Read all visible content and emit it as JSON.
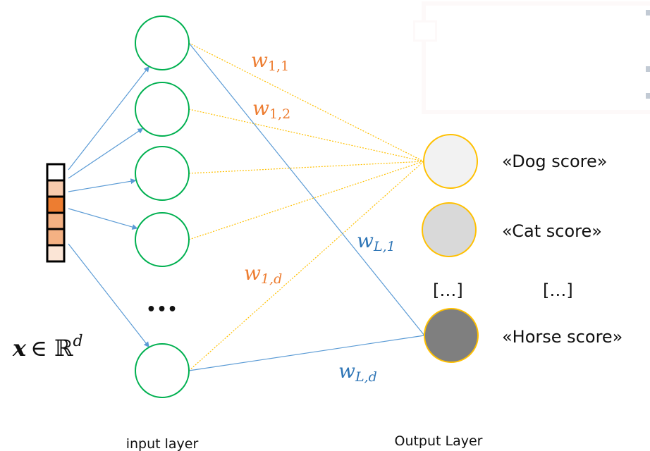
{
  "input_vector": {
    "label": "x ∈ ℝ",
    "superscript": "d",
    "cells": [
      "#ffffff",
      "#f8cbad",
      "#ed7d31",
      "#f4b183",
      "#f4b183",
      "#fbe5d6"
    ]
  },
  "input_layer": {
    "label": "input layer",
    "ellipsis": "•••",
    "neuron_count_visible": 5,
    "neuron_stroke": "#00b050"
  },
  "output_layer": {
    "label": "Output Layer",
    "ellipsis_left": "[…]",
    "ellipsis_right": "[…]",
    "neurons": [
      {
        "label": "«Dog score»",
        "fill": "#f2f2f2"
      },
      {
        "label": "«Cat score»",
        "fill": "#d9d9d9"
      },
      {
        "label": "«Horse score»",
        "fill": "#7f7f7f"
      }
    ],
    "neuron_stroke": "#ffc000"
  },
  "weights": [
    {
      "base": "w",
      "sub": "1,1",
      "color": "#ed7d31"
    },
    {
      "base": "w",
      "sub": "1,2",
      "color": "#ed7d31"
    },
    {
      "base": "w",
      "sub": "1,d",
      "color": "#ed7d31"
    },
    {
      "base": "w",
      "sub": "L,1",
      "color": "#2e75b6"
    },
    {
      "base": "w",
      "sub": "L,d",
      "color": "#2e75b6"
    }
  ],
  "colors": {
    "arrow": "#5b9bd5",
    "dog_connections": "#ffc000",
    "horse_connections": "#5b9bd5"
  }
}
